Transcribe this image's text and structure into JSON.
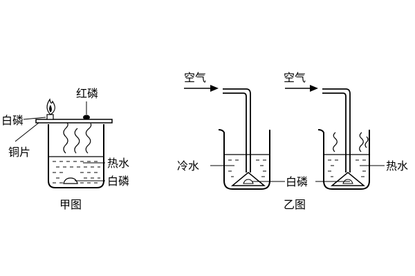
{
  "figure_jia": {
    "caption": "甲图",
    "labels": {
      "red_phosphorus": "红磷",
      "white_phosphorus_top": "白磷",
      "copper_sheet": "铜片",
      "hot_water": "热水",
      "white_phosphorus_bottom": "白磷"
    }
  },
  "figure_yi": {
    "caption": "乙图",
    "labels": {
      "air_left": "空气",
      "air_right": "空气",
      "cold_water": "冷水",
      "white_phosphorus": "白磷",
      "hot_water": "热水"
    }
  }
}
